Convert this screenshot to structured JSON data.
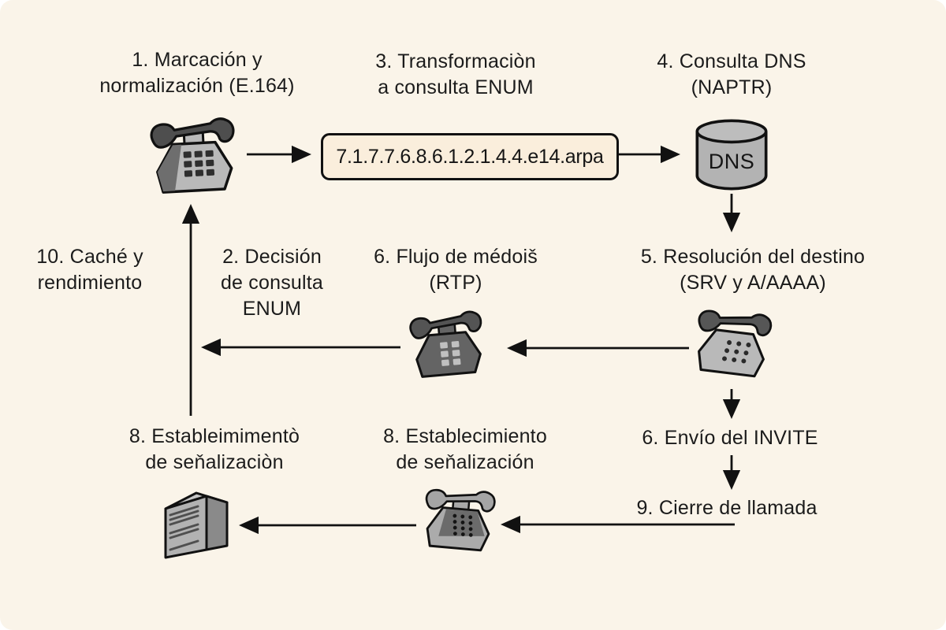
{
  "diagram": {
    "title_context": "ENUM / E.164 call-flow diagram (Spanish)",
    "steps": {
      "step1": "1. Marcación y\nnormalización (E.164)",
      "step2": "2. Decisión\nde consulta\nENUM",
      "step3": "3. Transformaciòn\na consulta ENUM",
      "step4": "4. Consulta DNS\n(NAPTR)",
      "step5": "5. Resolución del destino\n(SRV y A/AAAA)",
      "step6_media": "6. Flujo de médoiš\n(RTP)",
      "step6_invite": "6. Envío del INVITE",
      "step8_left": "8. Estableimimentò\nde seňalizaciòn",
      "step8_mid": "8. Establecimiento\nde seňalización",
      "step9": "9. Cierre de llamada",
      "step10": "10. Caché y\nrendimiento"
    },
    "enum_query": "7.1.7.7.6.8.6.1.2.1.4.4.e14.arpa",
    "dns_label": "DNS",
    "icons": {
      "dialing_phone": "desk-phone-keypad",
      "media_phone": "dark-desk-phone",
      "destination_phone": "modern-desk-phone",
      "signaling_phone": "desk-phone-dots",
      "dns_store": "database-cylinder",
      "server": "server-tower"
    },
    "colors": {
      "background": "#FAF4E9",
      "query_box_fill": "#FAEEDC",
      "outline": "#111111",
      "phone_dark": "#5E5E5E",
      "phone_light": "#B9B9B9",
      "cylinder_fill": "#B3B3B3"
    }
  }
}
